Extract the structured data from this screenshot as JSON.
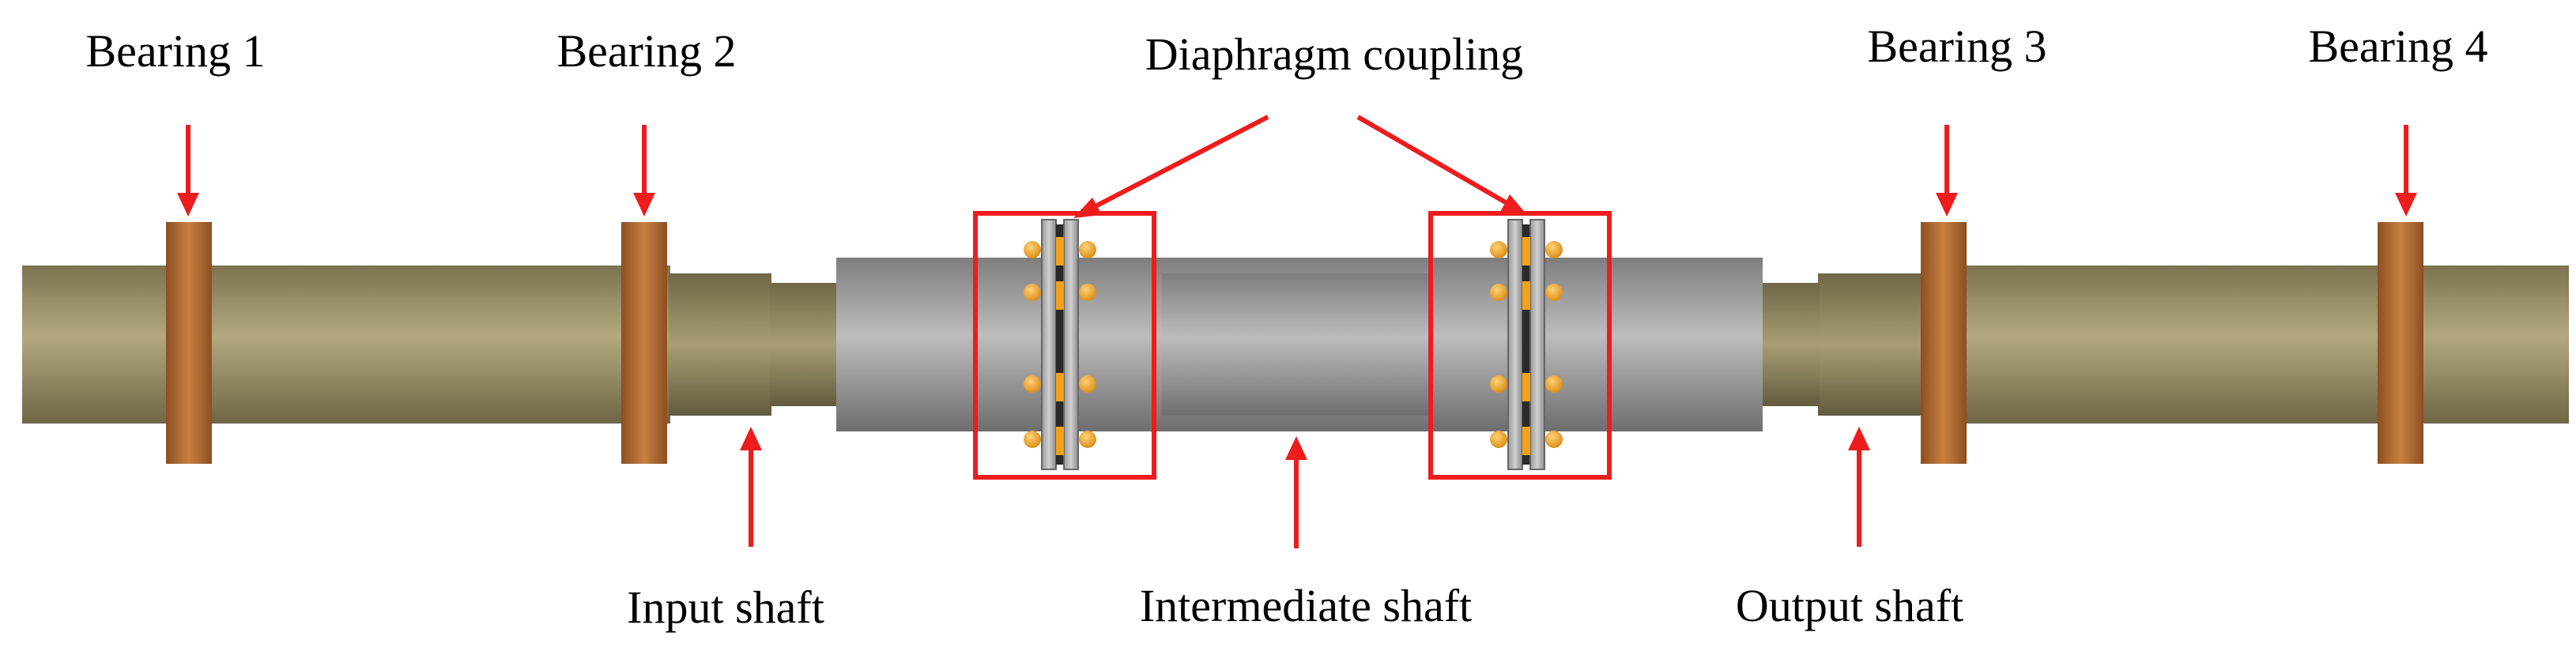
{
  "labels": {
    "bearing_1": "Bearing 1",
    "bearing_2": "Bearing 2",
    "bearing_3": "Bearing 3",
    "bearing_4": "Bearing 4",
    "diaphragm_coupling": "Diaphragm coupling",
    "input_shaft": "Input shaft",
    "intermediate_shaft": "Intermediate shaft",
    "output_shaft": "Output shaft"
  },
  "colors": {
    "arrow": "#ee1c1c",
    "shaft": "#9a9068",
    "bearing": "#b46a30",
    "intermediate_shaft": "#a2a2a2",
    "coupling_box": "#ee1c1c",
    "bolt": "#f2a21a"
  }
}
